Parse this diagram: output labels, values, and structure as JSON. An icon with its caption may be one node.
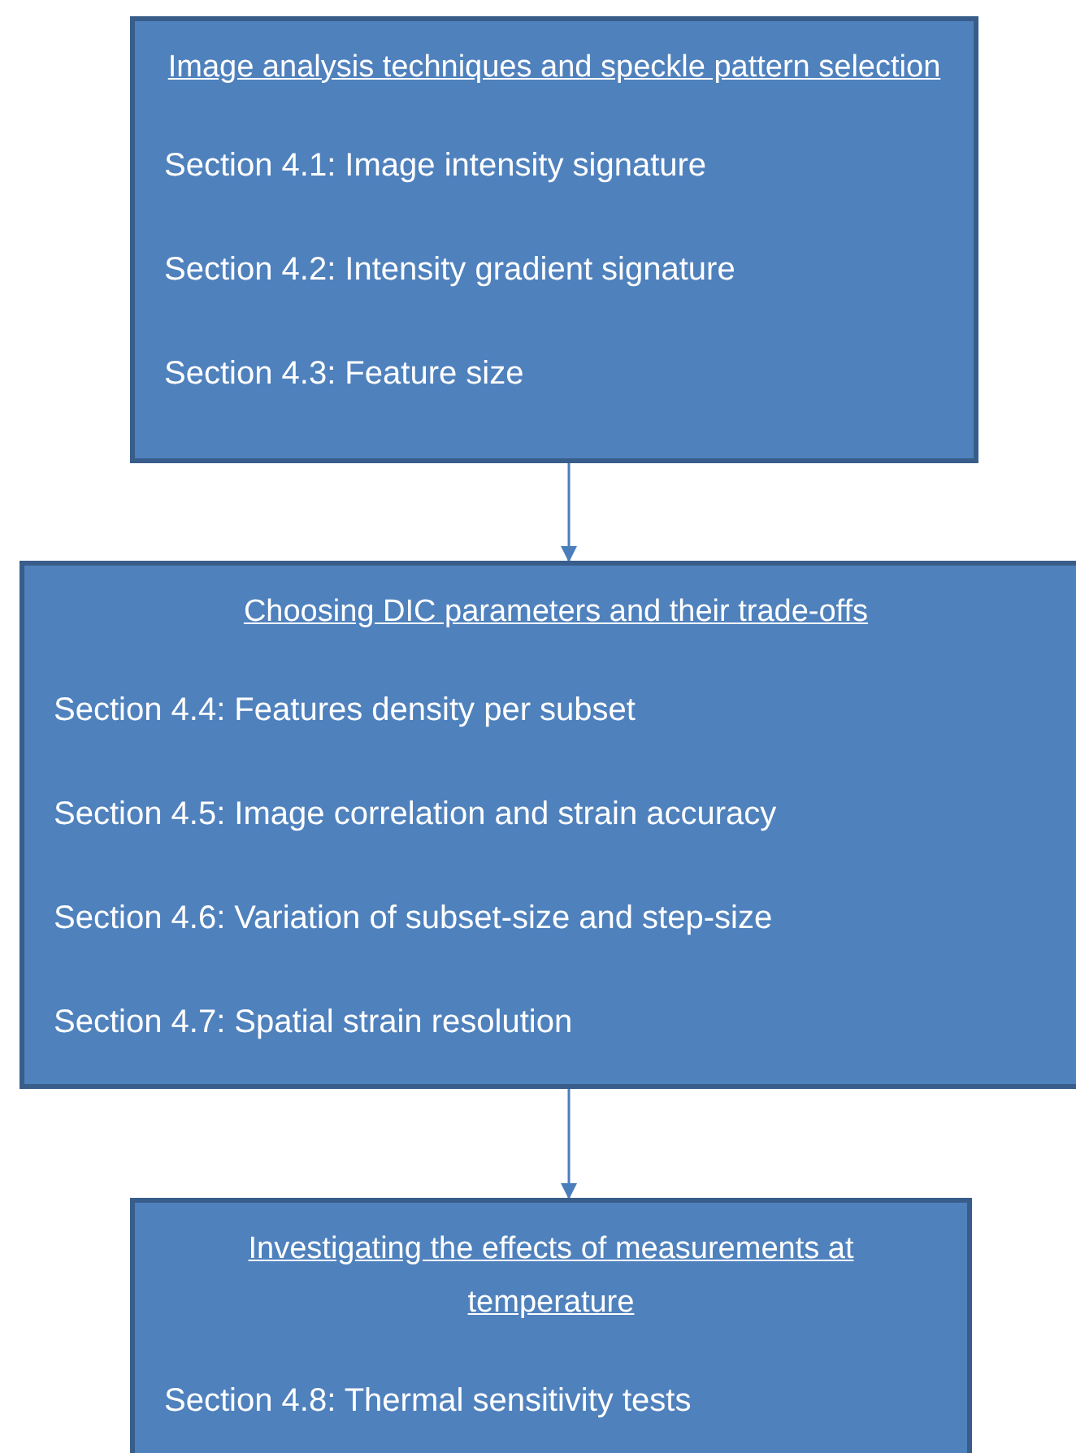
{
  "diagram": {
    "nodes": [
      {
        "text": [
          "Image analysis techniques and speckle pattern selection",
          "Section 4.1: Image intensity signature",
          "Section 4.2: Intensity gradient signature",
          "Section 4.3: Feature size"
        ]
      },
      {
        "text": [
          "Choosing DIC parameters and their trade-offs",
          "Section 4.4: Features density per subset",
          "Section 4.5: Image correlation and strain accuracy",
          "Section 4.6: Variation of subset-size and step-size",
          "Section 4.7: Spatial strain resolution"
        ]
      },
      {
        "text": [
          "Investigating the effects of measurements at temperature",
          "Section 4.8: Thermal sensitivity tests"
        ]
      }
    ],
    "edges": [
      {
        "from": 0,
        "to": 1,
        "arrow": "to"
      },
      {
        "from": 1,
        "to": 2,
        "arrow": "to"
      }
    ]
  }
}
